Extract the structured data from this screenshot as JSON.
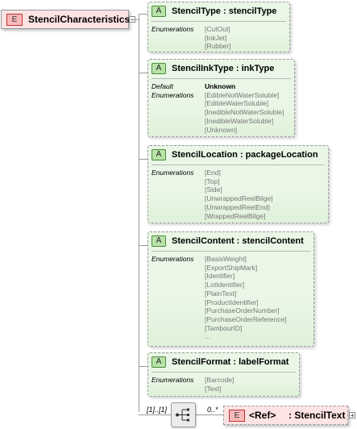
{
  "root": {
    "badge": "E",
    "name": "StencilCharacteristics"
  },
  "attributes": [
    {
      "badge": "A",
      "title": "StencilType : stencilType",
      "props": [
        {
          "label": "Enumerations",
          "values": [
            "[CutOut]",
            "[InkJet]",
            "[Rubber]"
          ]
        }
      ]
    },
    {
      "badge": "A",
      "title": "StencilInkType : inkType",
      "props": [
        {
          "label": "Default",
          "values": [
            "Unknown"
          ],
          "is_default": true
        },
        {
          "label": "Enumerations",
          "values": [
            "[EdibleNotWaterSoluble]",
            "[EdibleWaterSoluble]",
            "[InedibleNotWaterSoluble]",
            "[InedibleWaterSoluble]",
            "[Unknown]"
          ]
        }
      ]
    },
    {
      "badge": "A",
      "title": "StencilLocation : packageLocation",
      "props": [
        {
          "label": "Enumerations",
          "values": [
            "[End]",
            "[Top]",
            "[Side]",
            "[UnwrappedReelBilge]",
            "[UnwrappedReelEnd]",
            "[WrappedReelBilge]"
          ]
        }
      ]
    },
    {
      "badge": "A",
      "title": "StencilContent : stencilContent",
      "props": [
        {
          "label": "Enumerations",
          "values": [
            "[BasisWeight]",
            "[ExportShipMark]",
            "[Identifier]",
            "[LotIdentifier]",
            "[PlainText]",
            "[ProductIdentifier]",
            "[PurchaseOrderNumber]",
            "[PurchaseOrderReference]",
            "[TambourID]",
            "..."
          ]
        }
      ]
    },
    {
      "badge": "A",
      "title": "StencilFormat : labelFormat",
      "props": [
        {
          "label": "Enumerations",
          "values": [
            "[Barcode]",
            "[Text]"
          ]
        }
      ]
    }
  ],
  "sequence": {
    "cardinality": "[1]..[1]",
    "icon": "sequence-icon"
  },
  "ref_element": {
    "cardinality": "0..*",
    "badge": "E",
    "ref_label": "<Ref>",
    "name": ": StencilText"
  }
}
